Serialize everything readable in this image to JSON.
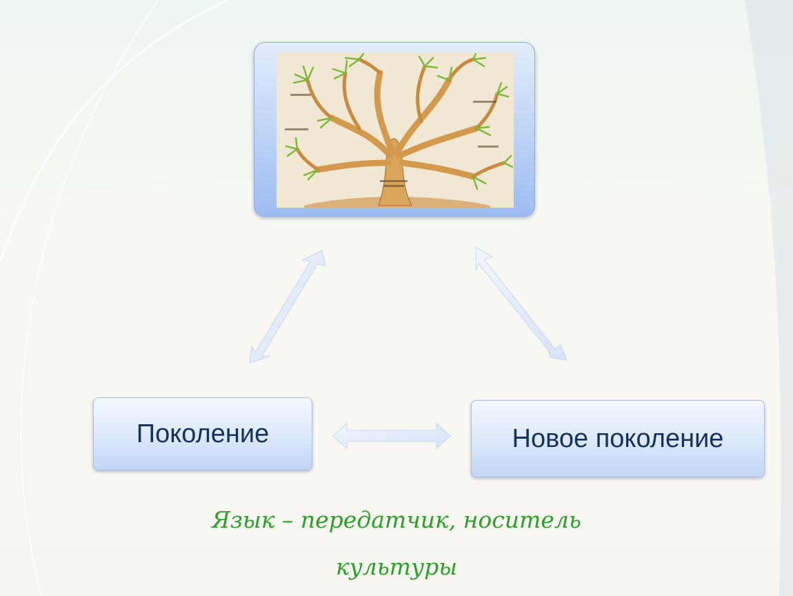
{
  "diagram": {
    "nodes": {
      "generation": "Поколение",
      "new_generation": "Новое поколение"
    },
    "caption": {
      "line1": "Язык – передатчик, носитель",
      "line2": "культуры"
    },
    "colors": {
      "node_text": "#15325c",
      "caption_text": "#2aa02a",
      "arrow_fill": "#e4ecfa"
    },
    "image": {
      "depicts": "language family tree illustration"
    }
  }
}
